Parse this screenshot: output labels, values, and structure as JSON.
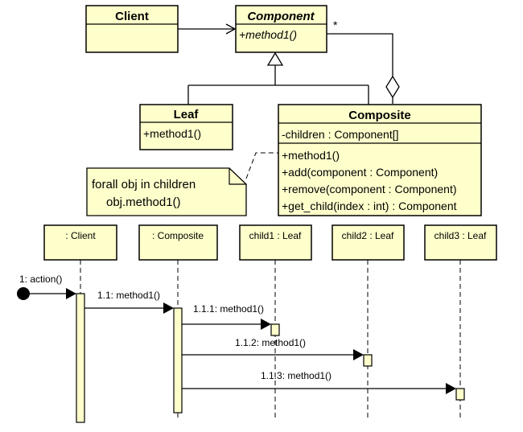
{
  "class_diagram": {
    "client": {
      "name": "Client"
    },
    "component": {
      "name": "Component",
      "method": "+method1()",
      "multiplicity": "*"
    },
    "leaf": {
      "name": "Leaf",
      "method": "+method1()"
    },
    "composite": {
      "name": "Composite",
      "attribute": "-children : Component[]",
      "methods": [
        "+method1()",
        "+add(component : Component)",
        "+remove(component : Component)",
        "+get_child(index : int) : Component"
      ]
    },
    "note": {
      "line1": "forall obj in children",
      "line2": "obj.method1()"
    }
  },
  "sequence_diagram": {
    "lifelines": [
      ": Client",
      ": Composite",
      "child1 : Leaf",
      "child2 : Leaf",
      "child3 : Leaf"
    ],
    "messages": [
      "1: action()",
      "1.1: method1()",
      "1.1.1: method1()",
      "1.1.2: method1()",
      "1.1.3: method1()"
    ]
  }
}
